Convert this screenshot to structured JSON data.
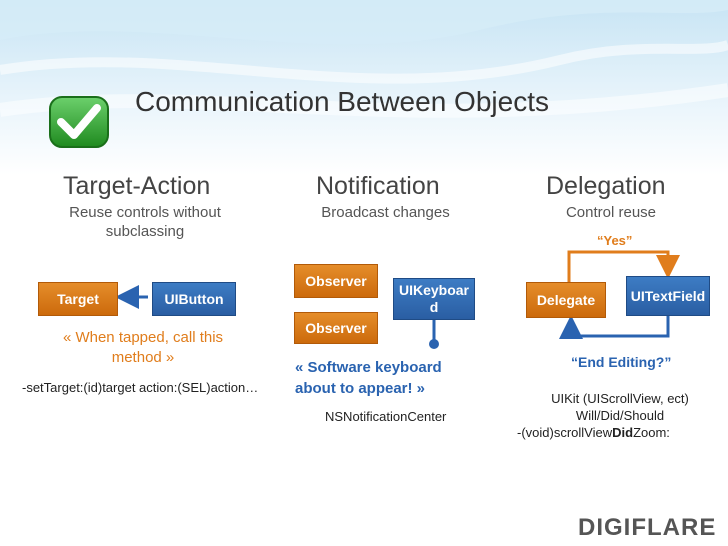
{
  "title": "Communication Between Objects",
  "columns": [
    {
      "heading": "Target-Action",
      "subtitle": "Reuse controls without subclassing"
    },
    {
      "heading": "Notification",
      "subtitle": "Broadcast changes"
    },
    {
      "heading": "Delegation",
      "subtitle": "Control reuse"
    }
  ],
  "target_action": {
    "target_label": "Target",
    "button_label": "UIButton",
    "quote": "« When tapped, call this method »",
    "code": "-setTarget:(id)target action:(SEL)action…"
  },
  "notification": {
    "observer1": "Observer",
    "observer2": "Observer",
    "keyboard_label": "UIKeyboard",
    "quote": "« Software keyboard about to appear! »",
    "center": "NSNotificationCenter"
  },
  "delegation": {
    "yes_label": "“Yes”",
    "delegate_label": "Delegate",
    "textfield_label": "UITextField",
    "end_editing": "“End Editing?”",
    "line1": "UIKit (UIScrollView, ect)",
    "line2": "Will/Did/Should",
    "code_prefix": "-(void)scrollView",
    "code_bold": "Did",
    "code_suffix": "Zoom:"
  },
  "logo": "DIGIFLARE",
  "colors": {
    "orange": "#e07d1c",
    "blue": "#2a5ea3",
    "green": "#2f9a2f"
  },
  "icons": [
    "checkmark-icon"
  ]
}
